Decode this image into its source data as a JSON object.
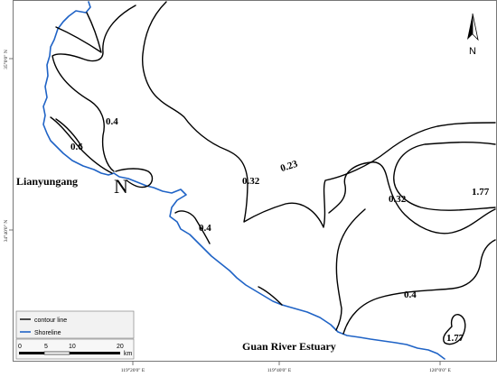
{
  "map": {
    "place_labels": {
      "lianyungang": "Lianyungang",
      "guan_river": "Guan River Estuary"
    },
    "contour_labels": [
      "0.4",
      "0.6",
      "0.32",
      "0.23",
      "0.32",
      "1.77",
      "0.4",
      "0.4",
      "1.77"
    ],
    "north_arrow_letter": "N",
    "pin_letter": "N",
    "lat_labels": [
      "35°0'0\" N",
      "34°40'0\" N"
    ],
    "lon_labels": [
      "119°20'0\" E",
      "119°40'0\" E",
      "120°0'0\" E"
    ],
    "legend": {
      "items": [
        {
          "label": "contour line",
          "color": "#000000"
        },
        {
          "label": "Shoreline",
          "color": "#1f63c6"
        }
      ]
    },
    "scale_bar": {
      "ticks": [
        "0",
        "5",
        "10",
        "20"
      ],
      "unit": "km"
    }
  }
}
